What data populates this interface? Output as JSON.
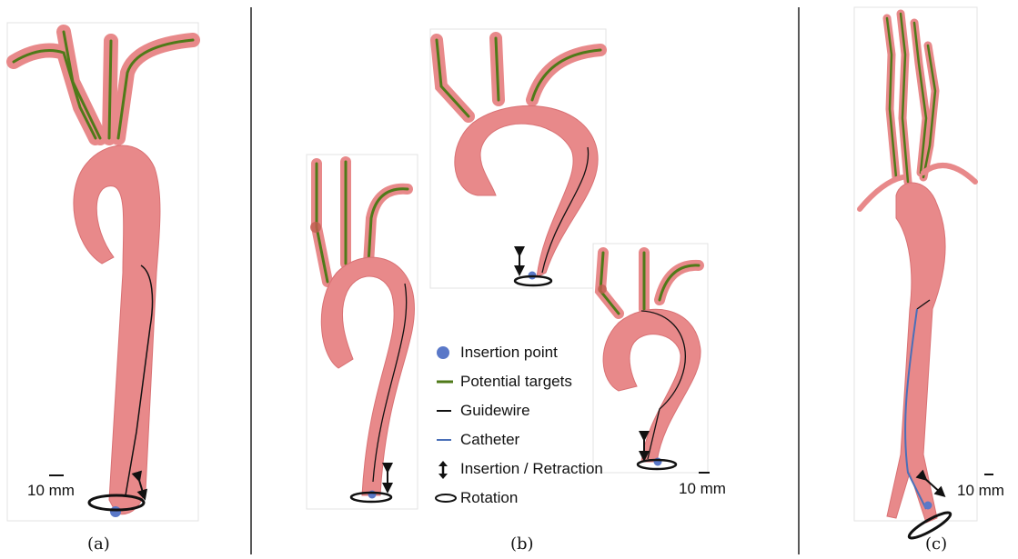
{
  "panels": [
    {
      "caption": "(a)",
      "scale_label": "10 mm"
    },
    {
      "caption": "(b)",
      "scale_label": "10 mm"
    },
    {
      "caption": "(c)",
      "scale_label": "10 mm"
    }
  ],
  "legend": {
    "insertion_point": "Insertion point",
    "potential_targets": "Potential targets",
    "guidewire": "Guidewire",
    "catheter": "Catheter",
    "insertion_retraction": "Insertion / Retraction",
    "rotation": "Rotation"
  },
  "colors": {
    "vessel": "#e8898a",
    "vessel_edge": "#d97174",
    "target": "#4f7a19",
    "guidewire": "#111111",
    "catheter": "#4a6fb8",
    "insertion_point": "#5a78c8"
  }
}
